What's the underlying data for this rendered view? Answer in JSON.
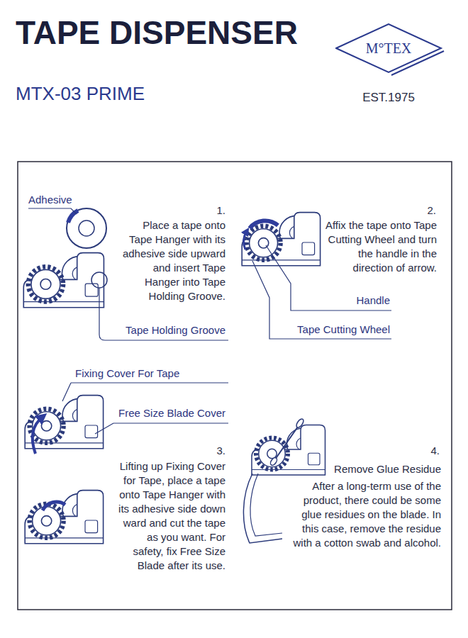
{
  "diagram": {
    "title": "TAPE DISPENSER",
    "nodes": [
      {
        "text": [
          "M°TEX"
        ]
      }
    ],
    "labels": [
      "MTX-03 PRIME",
      "EST.1975",
      "Adhesive",
      "1.",
      "Place a tape onto Tape Hanger with its adhesive side upward and insert Tape Hanger into Tape Holding Groove.",
      "Tape Holding Groove",
      "2.",
      "Affix the tape onto Tape Cutting Wheel and turn the handle in the direction of arrow.",
      "Handle",
      "Tape Cutting Wheel",
      "Fixing Cover For Tape",
      "Free Size Blade Cover",
      "3.",
      "Lifting up Fixing Cover for Tape, place a tape onto Tape Hanger with its adhesive side down ward and cut the tape as you want. For safety, fix Free Size Blade after its use.",
      "4.",
      "Remove Glue Residue",
      "After a long-term use of the product, there could be some glue residues on the blade. In this case, remove the residue with a cotton swab and alcohol."
    ]
  }
}
